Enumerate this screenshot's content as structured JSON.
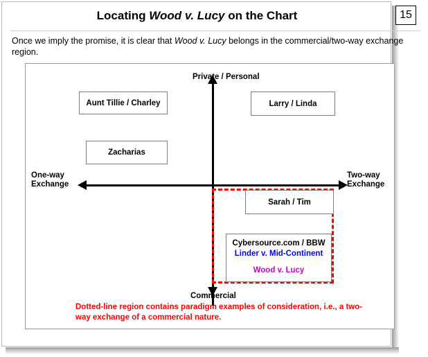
{
  "window": {
    "page_badge": "15"
  },
  "header": {
    "title_pre": "Locating ",
    "title_italic": "Wood v. Lucy",
    "title_post": " on the Chart"
  },
  "lede": {
    "pre": "Once we imply the promise, it is clear that ",
    "italic": "Wood v. Lucy",
    "post": " belongs in the commercial/two-way exchange region."
  },
  "chart_data": {
    "type": "scatter",
    "title": "Locating Wood v. Lucy on the Chart",
    "xlabel": "One-way Exchange ↔ Two-way Exchange",
    "ylabel": "Private / Personal ↔ Commercial",
    "axes": {
      "y_positive": "Private / Personal",
      "y_negative": "Commercial",
      "x_negative": "One-way Exchange",
      "x_positive": "Two-way Exchange"
    },
    "categories": [
      "Aunt Tillie / Charley",
      "Zacharias",
      "Larry / Linda",
      "Sarah / Tim",
      "Cybersource.com / BBW"
    ],
    "items": [
      {
        "label": "Aunt Tillie / Charley",
        "quadrant": "one-way / private-personal",
        "color": "#000000"
      },
      {
        "label": "Zacharias",
        "quadrant": "one-way / private-personal",
        "color": "#000000"
      },
      {
        "label": "Larry / Linda",
        "quadrant": "two-way / private-personal",
        "color": "#000000"
      },
      {
        "label": "Sarah / Tim",
        "quadrant": "two-way / commercial",
        "color": "#000000"
      },
      {
        "label": "Cybersource.com / BBW",
        "quadrant": "two-way / commercial",
        "color": "#000000"
      },
      {
        "label": "Linder v. Mid-Continent",
        "quadrant": "two-way / commercial",
        "color": "#0000ff"
      },
      {
        "label": "Wood v. Lucy",
        "quadrant": "two-way / commercial",
        "color": "#cc00cc"
      }
    ],
    "annotations": [
      {
        "name": "dashed-region-caption",
        "text": "Dotted-line region contains paradigm examples of consideration, i.e., a two-way exchange of a commercial nature.",
        "color": "#ff0000"
      }
    ],
    "highlight_region": {
      "style": "red dashed rectangle",
      "quadrant": "two-way / commercial",
      "color": "#ff0000"
    },
    "grid": false,
    "legend": "none"
  },
  "boxes": {
    "aunt_tillie": "Aunt Tillie / Charley",
    "zacharias": "Zacharias",
    "larry_linda": "Larry / Linda",
    "sarah_tim": "Sarah / Tim",
    "cybersource_line1": "Cybersource.com / BBW",
    "cybersource_line2": "Linder v. Mid-Continent",
    "cybersource_line3": "Wood v. Lucy"
  },
  "axis_labels": {
    "private_personal": "Private / Personal",
    "commercial": "Commercial",
    "one_way_l1": "One-way",
    "one_way_l2": "Exchange",
    "two_way_l1": "Two-way",
    "two_way_l2": "Exchange"
  },
  "caption": {
    "text": "Dotted-line region contains paradigm examples of consideration, i.e., a two-way exchange of a commercial nature."
  },
  "colors": {
    "red": "#ff0000",
    "blue": "#0000ff",
    "magenta": "#cc00cc",
    "box_border": "#7d7d7d",
    "frame": "#9b9b9b"
  }
}
